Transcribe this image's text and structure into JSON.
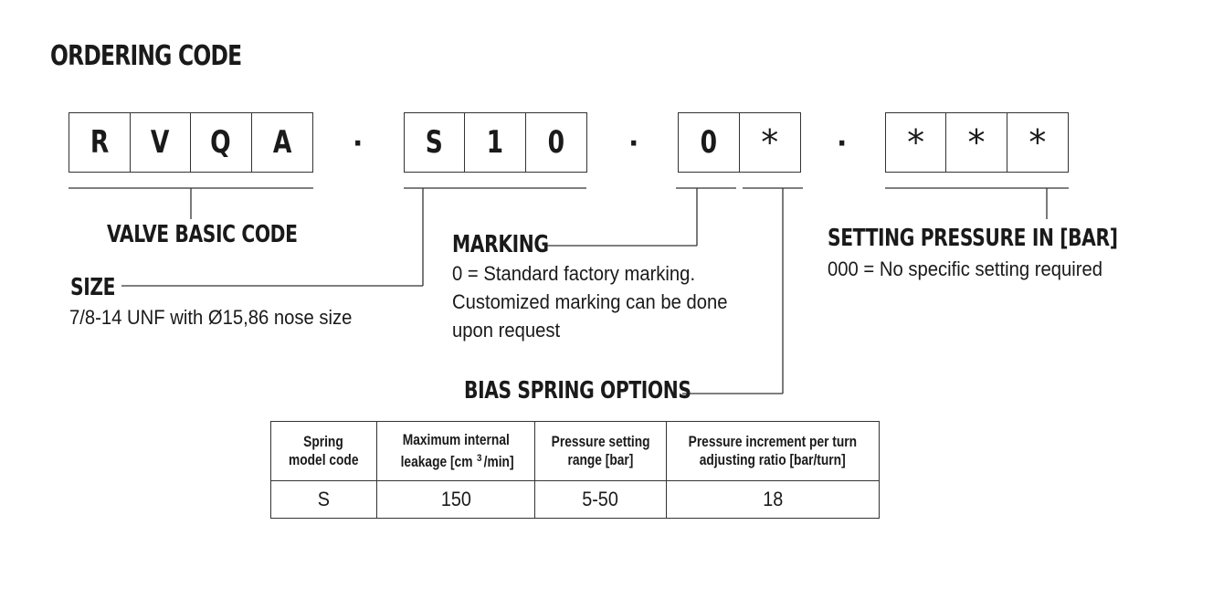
{
  "title": "ORDERING CODE",
  "code": {
    "group1": [
      "R",
      "V",
      "Q",
      "A"
    ],
    "sep1": "·",
    "group2": [
      "S",
      "1",
      "0"
    ],
    "sep2": "·",
    "group3": [
      "0",
      "*"
    ],
    "sep3": "·",
    "group4": [
      "*",
      "*",
      "*"
    ]
  },
  "labels": {
    "valve_basic_code": "VALVE BASIC CODE",
    "size": {
      "heading": "SIZE",
      "text": "7/8-14 UNF with Ø15,86 nose size"
    },
    "marking": {
      "heading": "MARKING",
      "lines": [
        "0 = Standard factory marking.",
        "Customized marking can be done",
        "upon request"
      ]
    },
    "setting_pressure": {
      "heading": "SETTING PRESSURE IN [BAR]",
      "text": "000 = No specific setting required"
    },
    "bias_spring": "BIAS SPRING OPTIONS"
  },
  "table": {
    "headers": [
      [
        "Spring",
        "model code"
      ],
      [
        "Maximum internal",
        "leakage [cm",
        "3",
        "/min]"
      ],
      [
        "Pressure setting",
        "range [bar]"
      ],
      [
        "Pressure increment per turn",
        "adjusting ratio [bar/turn]"
      ]
    ],
    "rows": [
      [
        "S",
        "150",
        "5-50",
        "18"
      ]
    ]
  }
}
